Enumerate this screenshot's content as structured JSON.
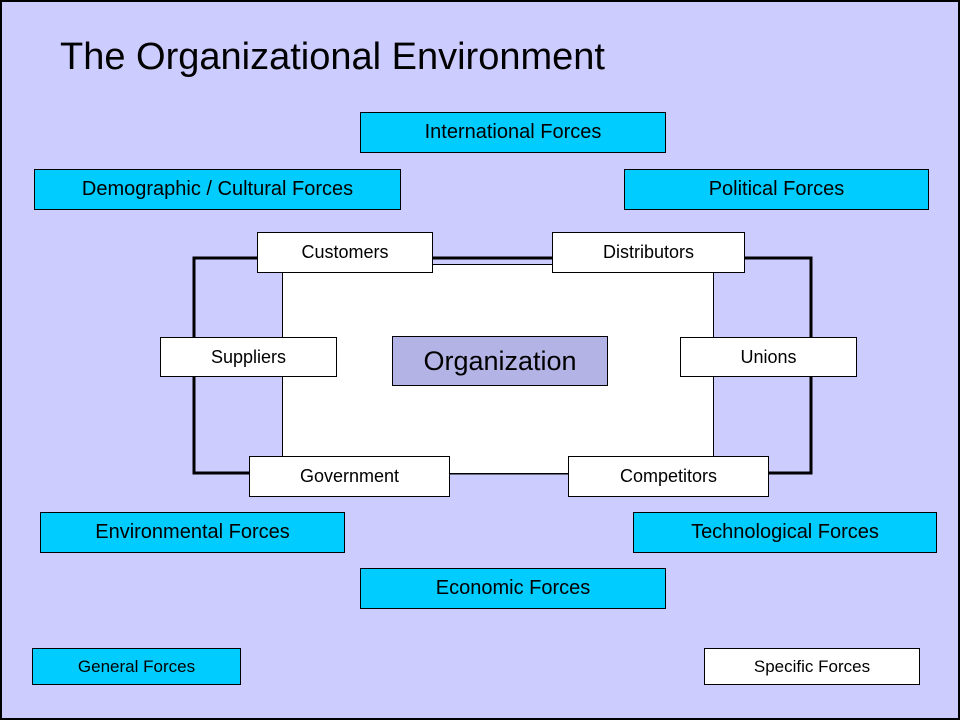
{
  "title": "The Organizational Environment",
  "general_forces": {
    "international": "International Forces",
    "demographic": "Demographic / Cultural Forces",
    "political": "Political Forces",
    "environmental": "Environmental Forces",
    "technological": "Technological Forces",
    "economic": "Economic Forces"
  },
  "specific_forces": {
    "customers": "Customers",
    "distributors": "Distributors",
    "suppliers": "Suppliers",
    "unions": "Unions",
    "government": "Government",
    "competitors": "Competitors"
  },
  "center": "Organization",
  "legend": {
    "general": "General Forces",
    "specific": "Specific Forces"
  },
  "colors": {
    "slide_background": "#ccccff",
    "general_force_fill": "#00ccff",
    "specific_force_fill": "#ffffff",
    "organization_fill": "#b3b3e6"
  }
}
